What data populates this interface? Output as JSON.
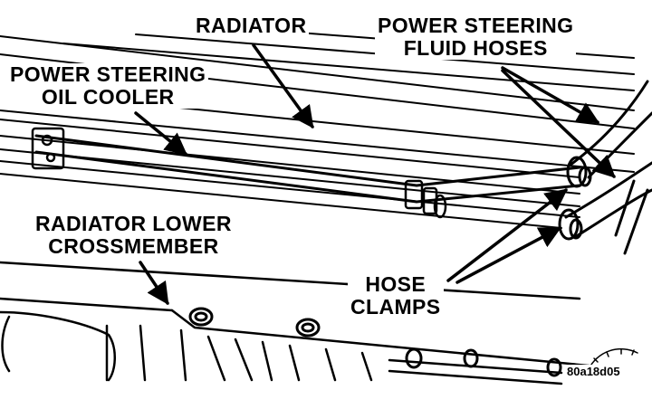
{
  "labels": {
    "radiator": "RADIATOR",
    "ps_hoses": [
      "POWER STEERING",
      "FLUID HOSES"
    ],
    "ps_cooler": [
      "POWER STEERING",
      "OIL COOLER"
    ],
    "lower_crossmember": [
      "RADIATOR LOWER",
      "CROSSMEMBER"
    ],
    "hose_clamps": [
      "HOSE",
      "CLAMPS"
    ]
  },
  "figure_ref": "80a18d05",
  "colors": {
    "ink": "#000000",
    "paper": "#ffffff"
  }
}
